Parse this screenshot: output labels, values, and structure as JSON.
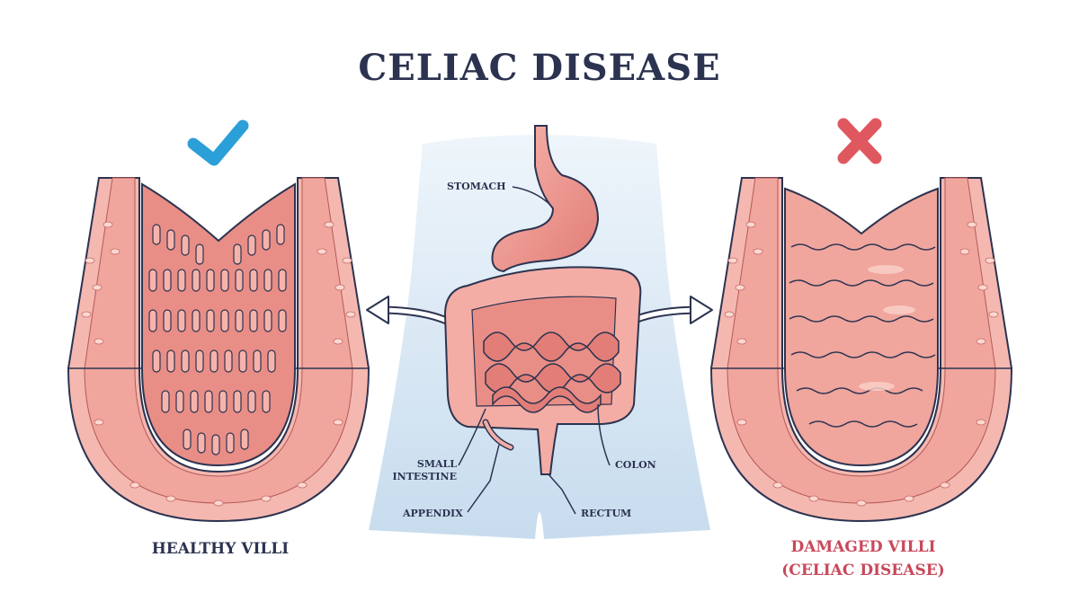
{
  "title": "CELIAC DISEASE",
  "panels": {
    "healthy": {
      "label": "HEALTHY VILLI",
      "status_icon": "check-icon",
      "status_color": "#2b9fd8"
    },
    "damaged": {
      "label_line1": "DAMAGED VILLI",
      "label_line2": "(CELIAC DISEASE)",
      "status_icon": "cross-icon",
      "status_color": "#e0585f"
    }
  },
  "organs": {
    "stomach": "STOMACH",
    "small_intestine_line1": "SMALL",
    "small_intestine_line2": "INTESTINE",
    "appendix": "APPENDIX",
    "colon": "COLON",
    "rectum": "RECTUM"
  },
  "colors": {
    "title": "#2c3350",
    "tissue_outer": "#f4b8b0",
    "tissue_inner": "#e98e86",
    "outline": "#2c3350",
    "body_silhouette": "#d6e6f3",
    "damaged_label": "#c9485b"
  }
}
